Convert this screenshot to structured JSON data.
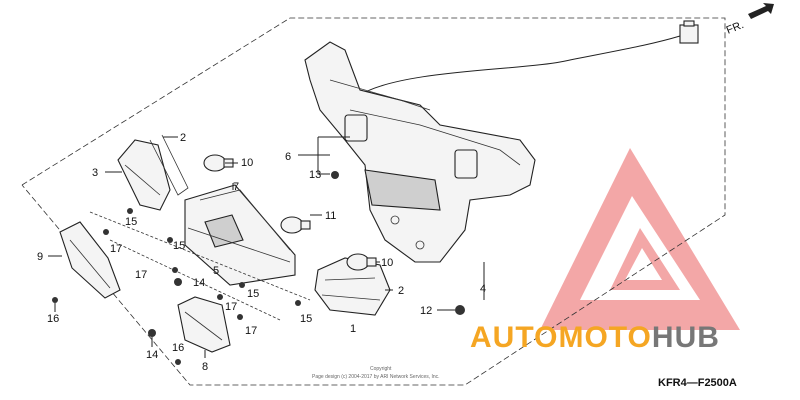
{
  "diagram": {
    "direction_label": "FR.",
    "diagram_code": "KFR4—F2500A",
    "copyright_line1": "Copyright",
    "copyright_line2": "Page design (c) 2004-2017 by ARI Network Services, Inc.",
    "callouts": {
      "c1": "1",
      "c2a": "2",
      "c2b": "2",
      "c3": "3",
      "c4": "4",
      "c5": "5",
      "c6": "6",
      "c7": "7",
      "c8": "8",
      "c9": "9",
      "c10a": "10",
      "c10b": "10",
      "c11": "11",
      "c12": "12",
      "c13": "13",
      "c14a": "14",
      "c14b": "14",
      "c15a": "15",
      "c15b": "15",
      "c15c": "15",
      "c15d": "15",
      "c16a": "16",
      "c16b": "16",
      "c17a": "17",
      "c17b": "17",
      "c17c": "17",
      "c17d": "17"
    }
  },
  "watermark": {
    "brand_part1": "AUTOMOTO",
    "brand_part2": "HUB",
    "color_orange": "#f5a623",
    "color_gray": "#777777",
    "color_red": "#f08a8a"
  }
}
